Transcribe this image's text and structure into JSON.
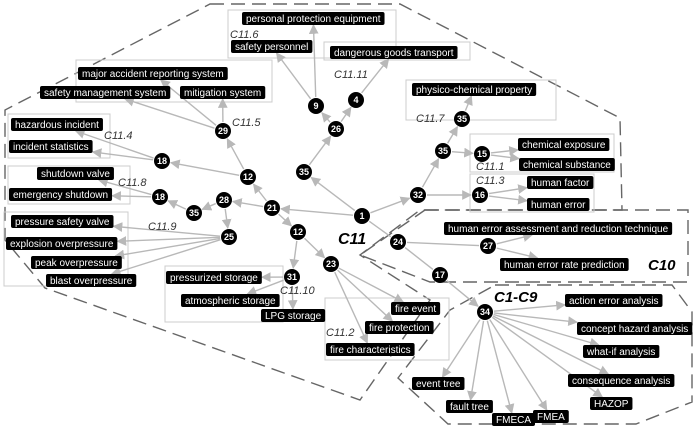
{
  "regions": {
    "c11": "C11",
    "c10": "C10",
    "c1c9": "C1-C9"
  },
  "cluster_labels": {
    "c11_6": "C11.6",
    "c11_11": "C11.11",
    "c11_5": "C11.5",
    "c11_4": "C11.4",
    "c11_8": "C11.8",
    "c11_9": "C11.9",
    "c11_7": "C11.7",
    "c11_1": "C11.1",
    "c11_3": "C11.3",
    "c11_10": "C11.10",
    "c11_2": "C11.2"
  },
  "nodes": {
    "n1": "1",
    "n4": "4",
    "n9": "9",
    "n12a": "12",
    "n12b": "12",
    "n15": "15",
    "n16": "16",
    "n17": "17",
    "n18a": "18",
    "n18b": "18",
    "n21": "21",
    "n23": "23",
    "n24": "24",
    "n25": "25",
    "n26": "26",
    "n27": "27",
    "n28": "28",
    "n29": "29",
    "n31": "31",
    "n32": "32",
    "n34": "34",
    "n35a": "35",
    "n35b": "35",
    "n35c": "35",
    "n35d": "35"
  },
  "labels": {
    "personal_protection_equipment": "personal protection equipment",
    "safety_personnel": "safety personnel",
    "dangerous_goods_transport": "dangerous goods transport",
    "major_accident_reporting_system": "major accident reporting system",
    "safety_management_system": "safety management system",
    "mitigation_system": "mitigation system",
    "hazardous_incident": "hazardous incident",
    "incident_statistics": "incident statistics",
    "shutdown_valve": "shutdown valve",
    "emergency_shutdown": "emergency shutdown",
    "pressure_safety_valve": "pressure safety valve",
    "explosion_overpressure": "explosion overpressure",
    "peak_overpressure": "peak overpressure",
    "blast_overpressure": "blast overpressure",
    "physico_chemical_property": "physico-chemical property",
    "chemical_exposure": "chemical exposure",
    "chemical_substance": "chemical substance",
    "human_factor": "human factor",
    "human_error": "human error",
    "heart": "human error assessment and reduction technique",
    "human_error_rate_prediction": "human error rate prediction",
    "pressurized_storage": "pressurized storage",
    "atmospheric_storage": "atmospheric storage",
    "lpg_storage": "LPG storage",
    "fire_event": "fire event",
    "fire_protection": "fire protection",
    "fire_characteristics": "fire characteristics",
    "action_error_analysis": "action error analysis",
    "concept_hazard_analysis": "concept hazard analysis",
    "what_if_analysis": "what-if analysis",
    "consequence_analysis": "consequence analysis",
    "hazop": "HAZOP",
    "fmea": "FMEA",
    "fmeca": "FMECA",
    "fault_tree": "fault tree",
    "event_tree": "event tree"
  }
}
